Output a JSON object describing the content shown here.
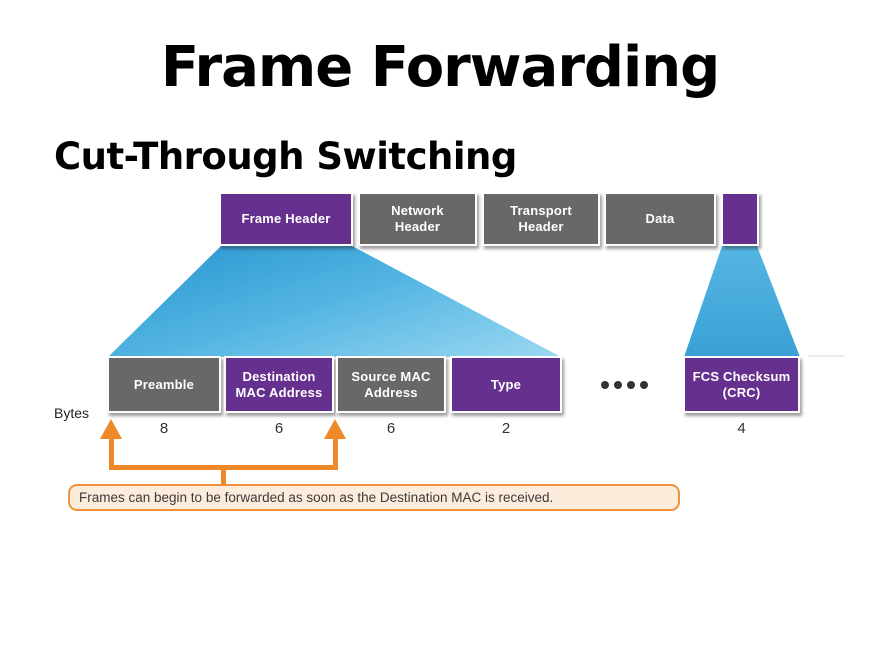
{
  "title": "Frame Forwarding",
  "subtitle": "Cut-Through Switching",
  "frame": {
    "top_row": [
      {
        "label": "Frame Header"
      },
      {
        "label": "Network Header"
      },
      {
        "label": "Transport Header"
      },
      {
        "label": "Data"
      },
      {
        "label": ""
      }
    ],
    "fields": [
      {
        "label": "Preamble",
        "bytes": "8"
      },
      {
        "label": "Destination MAC Address",
        "bytes": "6"
      },
      {
        "label": "Source MAC Address",
        "bytes": "6"
      },
      {
        "label": "Type",
        "bytes": "2"
      }
    ],
    "fcs_field": {
      "label": "FCS Checksum (CRC)",
      "bytes": "4"
    },
    "bytes_label": "Bytes",
    "ellipsis_dot_count": 4
  },
  "caption": "Frames can begin to be forwarded as soon as the Destination MAC is received.",
  "colors": {
    "field_purple": "#66308e",
    "field_gray": "#6a6767",
    "cone_blue_dark": "#2e9ad2",
    "cone_blue_light": "#9bd8f1",
    "annotation_orange": "#ef8829",
    "caption_background": "#fcecdb",
    "caption_border": "#f0913c"
  }
}
